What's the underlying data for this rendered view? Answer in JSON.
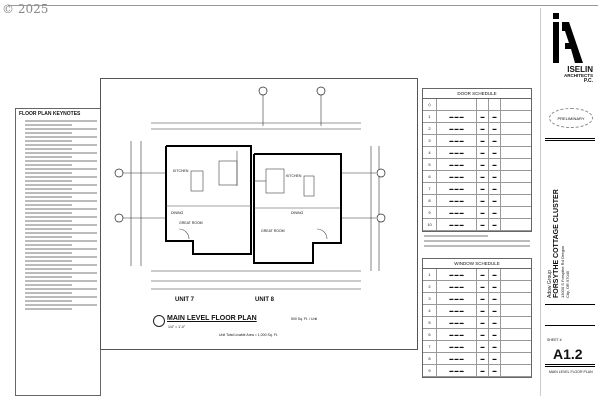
{
  "copyright": "© 2025",
  "keynotes": {
    "title": "FLOOR PLAN KEYNOTES",
    "count": 24
  },
  "plan": {
    "unit_a": "UNIT 7",
    "unit_b": "UNIT 8",
    "rooms": {
      "great_room": "GREAT ROOM",
      "dining": "DINING",
      "kitchen": "KITCHEN"
    },
    "title": "MAIN LEVEL FLOOR PLAN",
    "scale": "1/4\" = 1'-0\"",
    "area_per_unit": "500 Sq. Ft. / Unit",
    "total_area": "Unit Total Livable Area = 1,000 Sq. Ft."
  },
  "door_schedule": {
    "title": "DOOR SCHEDULE",
    "rows": [
      "1",
      "2",
      "3",
      "4",
      "5",
      "6",
      "7",
      "8",
      "9",
      "10"
    ]
  },
  "window_schedule": {
    "title": "WINDOW SCHEDULE",
    "rows": [
      "1",
      "2",
      "3",
      "4",
      "5",
      "6",
      "7",
      "8",
      "9"
    ]
  },
  "title_block": {
    "firm_line1": "ISELIN",
    "firm_line2": "ARCHITECTS",
    "firm_line3": "P.C.",
    "stamp": "PRELIMINARY",
    "client": "Adow Group",
    "project": "FORSYTHE COTTAGE CLUSTER",
    "address": "13000 S Forsythe Rd Oregon City, OR 97045",
    "sheet_label": "SHEET #",
    "sheet": "A1.2",
    "sheet_name": "MAIN LEVEL FLOOR PLAN"
  }
}
